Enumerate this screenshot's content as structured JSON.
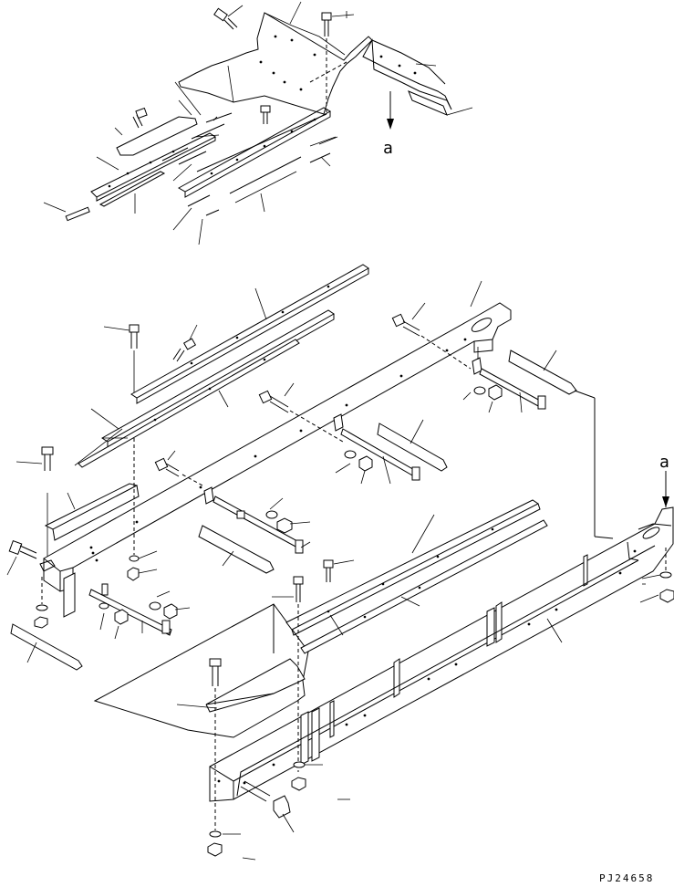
{
  "drawing": {
    "view_marker_top": "a",
    "view_marker_right": "a",
    "drawing_number": "PJ24658",
    "colors": {
      "line": "#000000",
      "background": "#ffffff"
    }
  }
}
